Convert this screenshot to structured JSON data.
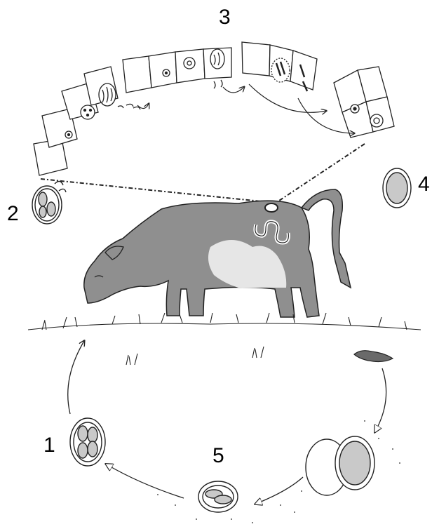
{
  "labels": {
    "stage1": "1",
    "stage2": "2",
    "stage3": "3",
    "stage4": "4",
    "stage5": "5"
  },
  "colors": {
    "ink": "#222222",
    "cow_body": "#8f8f8f",
    "cow_white": "#e6e6e6",
    "egg_fill": "#c9c9c9",
    "cell_fill": "#ffffff"
  }
}
